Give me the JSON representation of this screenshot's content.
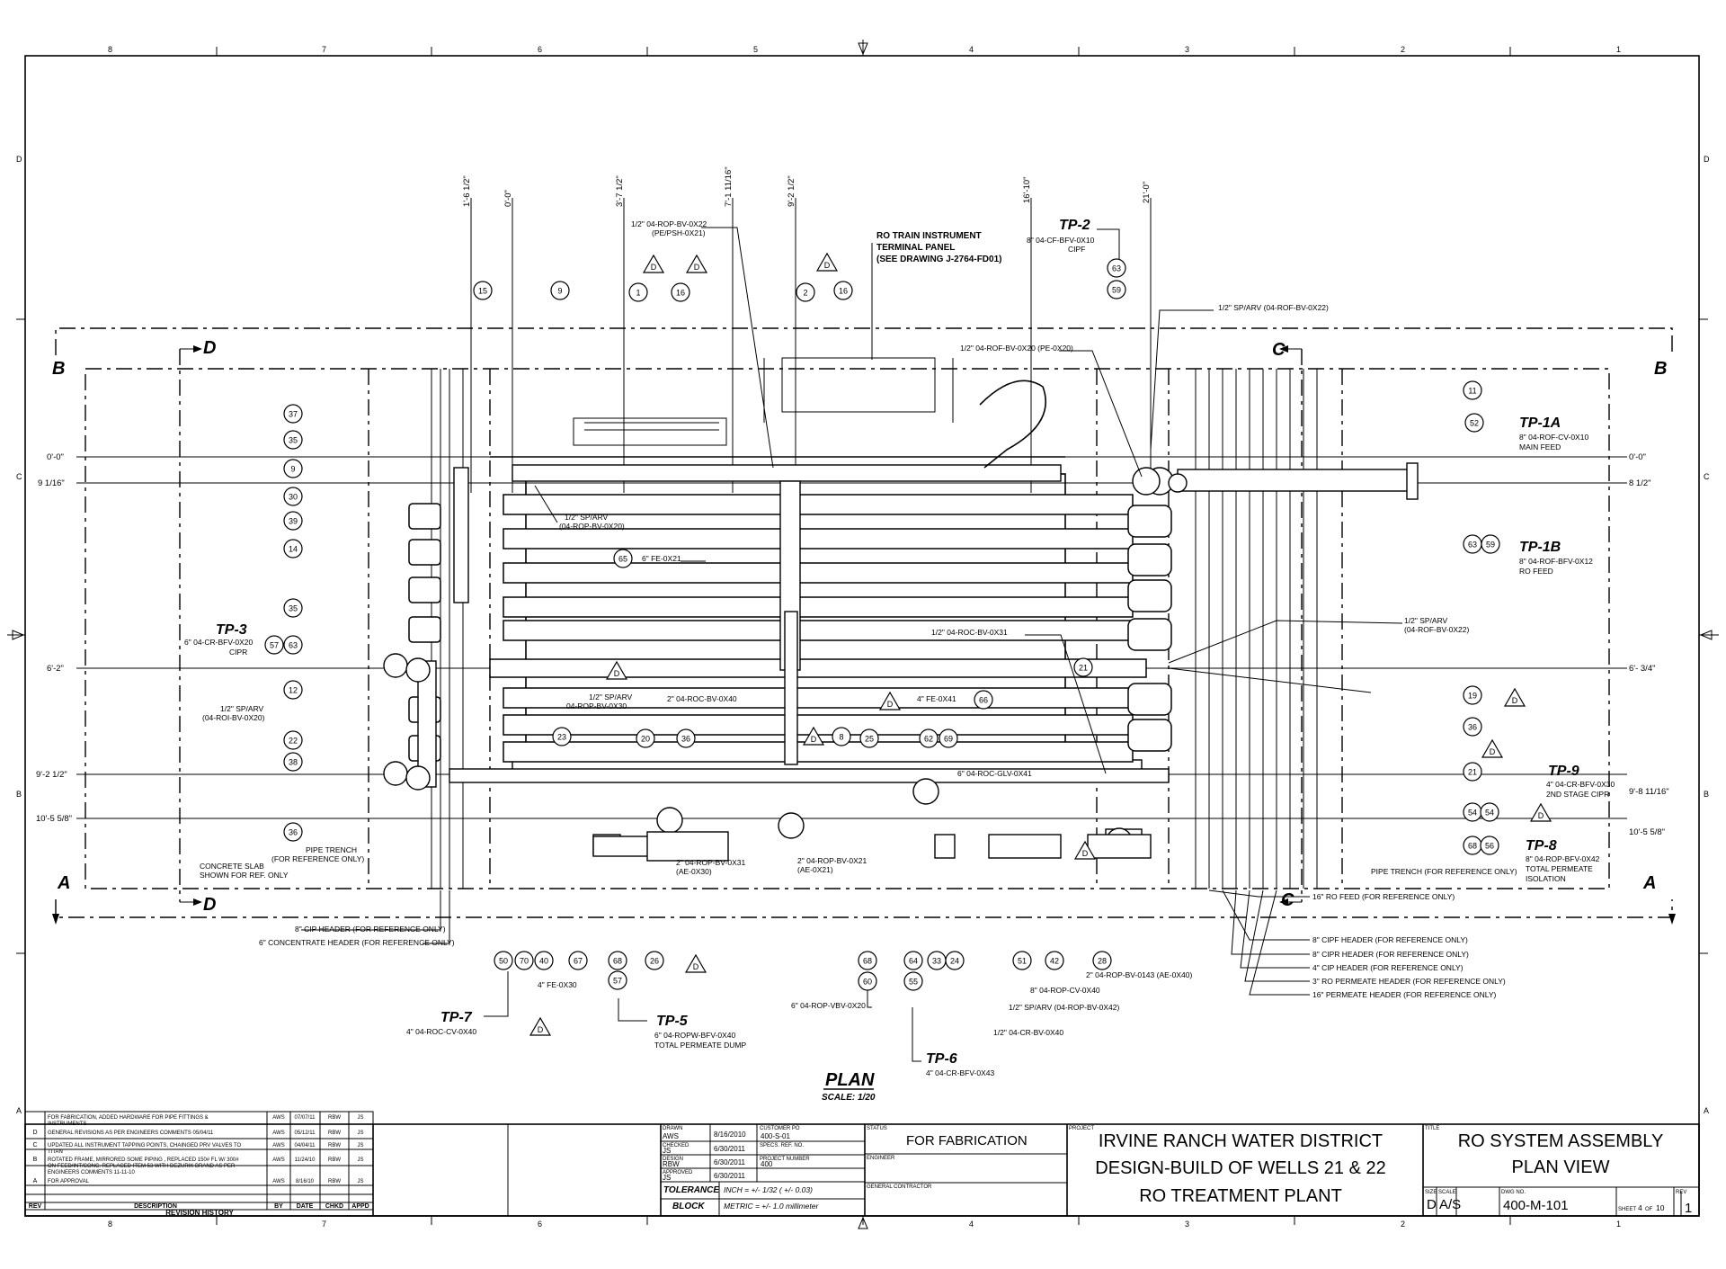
{
  "border": {
    "top_columns": [
      "8",
      "7",
      "6",
      "5",
      "4",
      "3",
      "2",
      "1"
    ],
    "side_rows": [
      "D",
      "C",
      "B",
      "A"
    ]
  },
  "plan_title": "PLAN",
  "plan_scale": "SCALE: 1/20",
  "section_markers": {
    "A": "A",
    "B": "B",
    "C": "C",
    "D": "D"
  },
  "elevations_left": [
    "0'-0\"",
    "9 1/16\"",
    "6'-2\"",
    "9'-2 1/2\"",
    "10'-5 5/8\""
  ],
  "elevations_right": [
    "0'-0\"",
    "8 1/2\"",
    "6'- 3/4\"",
    "9'-8 11/16\"",
    "10'-5 5/8\""
  ],
  "top_dims": [
    "1'-6 1/2\"",
    "0'-0\"",
    "3'-7 1/2\"",
    "7'-1 11/16\"",
    "9'-2 1/2\"",
    "16'-10\"",
    "21'-0\""
  ],
  "tie_points": [
    {
      "id": "TP-2",
      "lines": [
        "8\" 04-CF-BFV-0X10",
        "CIPF"
      ]
    },
    {
      "id": "TP-1A",
      "lines": [
        "8\" 04-ROF-CV-0X10",
        "MAIN FEED"
      ]
    },
    {
      "id": "TP-1B",
      "lines": [
        "8\" 04-ROF-BFV-0X12",
        "RO FEED"
      ]
    },
    {
      "id": "TP-3",
      "lines": [
        "6\" 04-CR-BFV-0X20",
        "CIPR"
      ]
    },
    {
      "id": "TP-9",
      "lines": [
        "4\" 04-CR-BFV-0X30",
        "2ND STAGE CIPR"
      ]
    },
    {
      "id": "TP-8",
      "lines": [
        "8\" 04-ROP-BFV-0X42",
        "TOTAL PERMEATE",
        "ISOLATION"
      ]
    },
    {
      "id": "TP-7",
      "lines": [
        "4\" 04-ROC-CV-0X40"
      ]
    },
    {
      "id": "TP-5",
      "lines": [
        "6\" 04-ROPW-BFV-0X40",
        "TOTAL PERMEATE DUMP"
      ]
    },
    {
      "id": "TP-6",
      "lines": [
        "4\" 04-CR-BFV-0X43"
      ]
    }
  ],
  "callouts": {
    "rv_top": [
      "1/2\" 04-ROP-BV-0X22",
      "(PE/PSH-0X21)"
    ],
    "terminal_panel": [
      "RO TRAIN INSTRUMENT",
      "TERMINAL PANEL",
      "(SEE DRAWING J-2764-FD01)"
    ],
    "sp_arv_top": "1/2\" SP/ARV (04-ROF-BV-0X22)",
    "rof_bv": "1/2\" 04-ROF-BV-0X20 (PE-0X20)",
    "sp_arv_rop": [
      "1/2\" SP/ARV",
      "(04-ROP-BV-0X20)"
    ],
    "fe_21": "6\" FE-0X21",
    "roc_bv_31": "1/2\" 04-ROC-BV-0X31",
    "sp_arv_rof22": [
      "1/2\" SP/ARV",
      "(04-ROF-BV-0X22)"
    ],
    "sp_arv_rop30": [
      "1/2\" SP/ARV",
      "04-ROP-BV-0X30"
    ],
    "roc_bv_40": "2\" 04-ROC-BV-0X40",
    "fe_41": "4\" FE-0X41",
    "roc_glv": "6\" 04-ROC-GLV-0X41",
    "sp_arv_roi": [
      "1/2\" SP/ARV",
      "(04-ROI-BV-0X20)"
    ],
    "pipe_trench_l": [
      "PIPE TRENCH",
      "(FOR REFERENCE ONLY)"
    ],
    "pipe_trench_r": "PIPE TRENCH (FOR REFERENCE ONLY)",
    "concrete": [
      "CONCRETE SLAB",
      "SHOWN FOR REF. ONLY"
    ],
    "rop_bv_31": [
      "2\" 04-ROP-BV-0X31",
      "(AE-0X30)"
    ],
    "rop_bv_21": [
      "2\" 04-ROP-BV-0X21",
      "(AE-0X21)"
    ],
    "cip_header": "8\" CIP HEADER (FOR REFERENCE ONLY)",
    "conc_header": "6\" CONCENTRATE HEADER (FOR REFERENCE ONLY)",
    "fe_30": "4\" FE-0X30",
    "rop_vbv": "6\" 04-ROP-VBV-0X20",
    "rop_cv": "8\" 04-ROP-CV-0X40",
    "sp_arv_42": "1/2\" SP/ARV (04-ROP-BV-0X42)",
    "cr_bv": "1/2\" 04-CR-BV-0X40",
    "rop_bv_143": "2\" 04-ROP-BV-0143 (AE-0X40)",
    "headers_right": [
      "16\" RO FEED (FOR REFERENCE ONLY)",
      "8\" CIPF HEADER (FOR REFERENCE ONLY)",
      "8\" CIPR HEADER (FOR REFERENCE ONLY)",
      "4\" CIP HEADER (FOR REFERENCE ONLY)",
      "3\" RO PERMEATE HEADER (FOR REFERENCE ONLY)",
      "16\" PERMEATE HEADER (FOR REFERENCE ONLY)"
    ]
  },
  "delta_label": "D",
  "revision_history": {
    "rows": [
      {
        "rev": "",
        "desc": "FOR FABRICATION, ADDED HARDWARE FOR PIPE FITTINGS & INSTRUMENTS",
        "by": "AWS",
        "date": "07/07/11",
        "chkd": "RBW",
        "appd": "JS"
      },
      {
        "rev": "D",
        "desc": "GENERAL REVISIONS AS PER ENGINEERS COMMENTS 05/04/11",
        "by": "AWS",
        "date": "05/12/11",
        "chkd": "RBW",
        "appd": "JS"
      },
      {
        "rev": "C",
        "desc": "UPDATED ALL INSTRUMENT TAPPING POINTS, CHAINGED PRV VALVES TO TITAN",
        "by": "AWS",
        "date": "04/04/11",
        "chkd": "RBW",
        "appd": "JS"
      },
      {
        "rev": "B",
        "desc": "ROTATED FRAME, MIRRORED SOME PIPING , REPLACED 150# FL W/ 300# ON FEED/INT/CONC. REPLACED ITEM 53 WITH DEZURIK BRAND AS PER ENGINEERS COMMENTS 11-11-10",
        "by": "AWS",
        "date": "11/24/10",
        "chkd": "RBW",
        "appd": "JS"
      },
      {
        "rev": "A",
        "desc": "FOR APPROVAL",
        "by": "AWS",
        "date": "8/16/10",
        "chkd": "RBW",
        "appd": "JS"
      }
    ],
    "headers": [
      "REV",
      "DESCRIPTION",
      "BY",
      "DATE",
      "CHKD",
      "APPD"
    ],
    "title": "REVISION HISTORY"
  },
  "title_block": {
    "drawn_by": "AWS",
    "drawn_date": "8/16/2010",
    "checked_by": "JS",
    "checked_date": "6/30/2011",
    "design_by": "RBW",
    "design_date": "6/30/2011",
    "approved_by": "JS",
    "approved_date": "6/30/2011",
    "customer_po": "400-S-01",
    "spec_ref": "",
    "project_number": "400",
    "tolerance_label": [
      "TOLERANCE",
      "BLOCK"
    ],
    "tolerance_inch": "INCH = +/- 1/32 ( +/- 0.03)",
    "tolerance_metric": "METRIC = +/- 1.0 millimeter",
    "status_label": "STATUS",
    "status": "FOR FABRICATION",
    "engineer_label": "ENGINEER",
    "contractor_label": "GENERAL CONTRACTOR",
    "project_label": "PROJECT",
    "project_lines": [
      "IRVINE RANCH WATER DISTRICT",
      "DESIGN-BUILD OF WELLS 21 & 22",
      "RO TREATMENT PLANT"
    ],
    "title_label": "TITLE",
    "title_lines": [
      "RO SYSTEM ASSEMBLY",
      "PLAN VIEW"
    ],
    "size_label": "SIZE",
    "size": "D",
    "scale_label": "SCALE",
    "scale": "A/S",
    "dwg_label": "DWG NO.",
    "dwg_no": "400-M-101",
    "sheet_label": "SHEET",
    "sheet": "4",
    "of_label": "OF",
    "of": "10",
    "rev_label": "REV",
    "rev": "1"
  }
}
